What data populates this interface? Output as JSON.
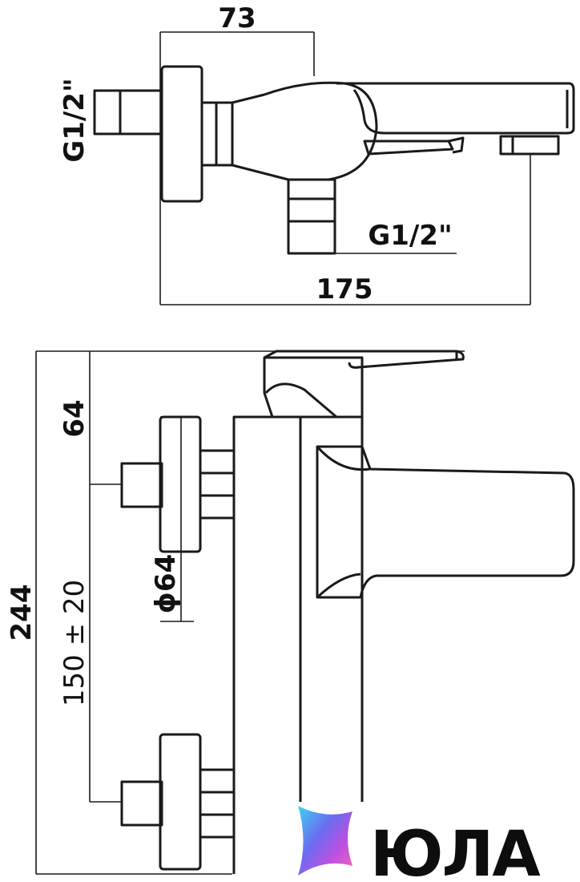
{
  "top_view": {
    "dim_width_73": "73",
    "dim_total_175": "175",
    "thread_left": "G1/2\"",
    "thread_bottom": "G1/2\""
  },
  "side_view": {
    "dim_height_244": "244",
    "dim_top_64": "64",
    "dim_center_spacing": "150 ± 20",
    "dim_diameter": "ϕ64"
  },
  "logo": {
    "text": "ЮЛА",
    "gradient_colors": [
      "#3fd3f5",
      "#6a6cf0",
      "#c04fe0",
      "#f06ab0"
    ]
  }
}
